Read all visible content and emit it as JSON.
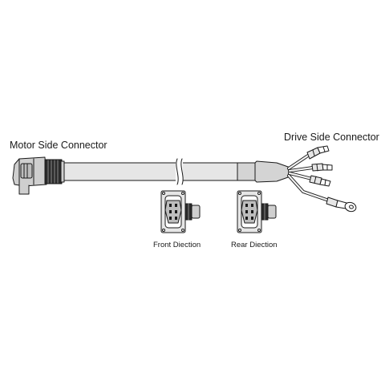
{
  "labels": {
    "motor_side": "Motor Side Connector",
    "drive_side": "Drive Side Connector",
    "front": "Front Diection",
    "rear": "Rear Diection"
  },
  "colors": {
    "stroke": "#1a1a1a",
    "cable_fill": "#e6e6e6",
    "sleeve_fill": "#d4d4d4",
    "connector_fill": "#cfcfcf",
    "knurl_fill": "#2b2b2b",
    "wire_fill": "#f2f2f2"
  }
}
